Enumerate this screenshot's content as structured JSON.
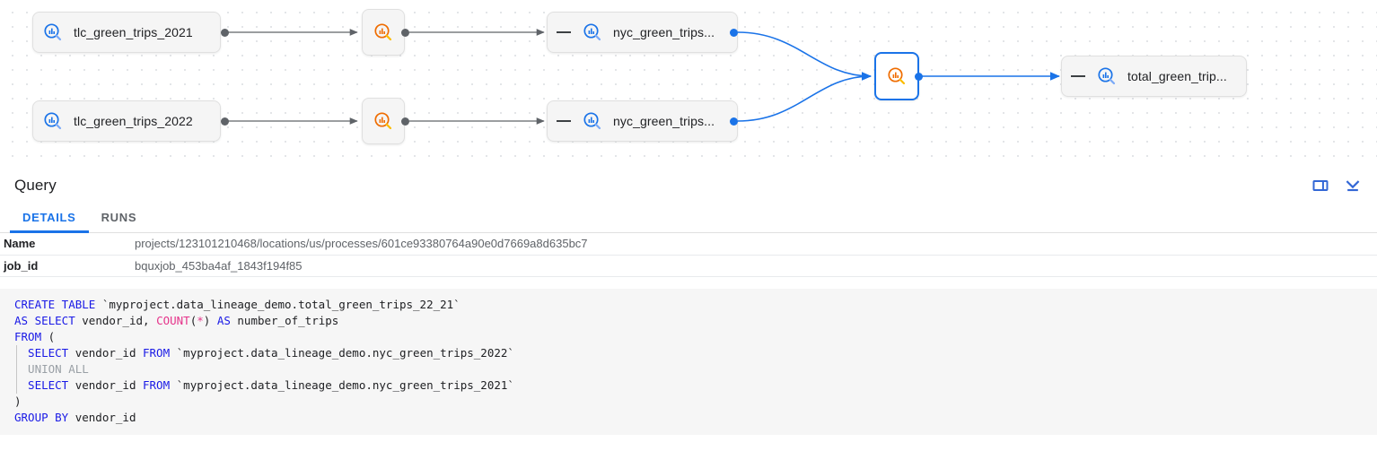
{
  "lineage": {
    "nodes": [
      {
        "id": "tlc-2021",
        "type": "table",
        "label": "tlc_green_trips_2021",
        "icon": "bigquery-table-icon",
        "collapsible": false,
        "selected": false
      },
      {
        "id": "tlc-2022",
        "type": "table",
        "label": "tlc_green_trips_2022",
        "icon": "bigquery-table-icon",
        "collapsible": false,
        "selected": false
      },
      {
        "id": "proc-top",
        "type": "process",
        "label": "",
        "icon": "lineage-process-icon",
        "selected": false
      },
      {
        "id": "proc-bottom",
        "type": "process",
        "label": "",
        "icon": "lineage-process-icon",
        "selected": false
      },
      {
        "id": "nyc-top",
        "type": "table",
        "label": "nyc_green_trips...",
        "icon": "bigquery-table-icon",
        "collapsible": true,
        "selected": false
      },
      {
        "id": "nyc-bottom",
        "type": "table",
        "label": "nyc_green_trips...",
        "icon": "bigquery-table-icon",
        "collapsible": true,
        "selected": false
      },
      {
        "id": "proc-selected",
        "type": "process",
        "label": "",
        "icon": "lineage-process-icon",
        "selected": true
      },
      {
        "id": "total-green",
        "type": "table",
        "label": "total_green_trip...",
        "icon": "bigquery-table-icon",
        "collapsible": true,
        "selected": false
      }
    ],
    "colors": {
      "table_icon": "#1a73e8",
      "process_icon": "#ef6c00",
      "edge_gray": "#5f6368",
      "edge_blue": "#1a73e8",
      "selected_border": "#1a73e8"
    }
  },
  "query_panel": {
    "title": "Query",
    "header_actions": [
      {
        "name": "split-panel-icon",
        "tooltip": "Toggle panel layout"
      },
      {
        "name": "collapse-panel-icon",
        "tooltip": "Collapse panel"
      }
    ],
    "tabs": [
      {
        "id": "details",
        "label": "DETAILS",
        "active": true
      },
      {
        "id": "runs",
        "label": "RUNS",
        "active": false
      }
    ],
    "details_rows": [
      {
        "key": "Name",
        "value": "projects/123101210468/locations/us/processes/601ce93380764a90e0d7669a8d635bc7"
      },
      {
        "key": "job_id",
        "value": "bquxjob_453ba4af_1843f194f85"
      }
    ]
  },
  "sql": {
    "lines": [
      {
        "indent": false,
        "tokens": [
          {
            "t": "CREATE TABLE ",
            "c": "kw"
          },
          {
            "t": "`myproject.data_lineage_demo.total_green_trips_22_21`",
            "c": "plain"
          }
        ]
      },
      {
        "indent": false,
        "tokens": [
          {
            "t": "AS SELECT ",
            "c": "kw"
          },
          {
            "t": "vendor_id, ",
            "c": "plain"
          },
          {
            "t": "COUNT",
            "c": "fn"
          },
          {
            "t": "(",
            "c": "plain"
          },
          {
            "t": "*",
            "c": "star"
          },
          {
            "t": ") ",
            "c": "plain"
          },
          {
            "t": "AS ",
            "c": "kw"
          },
          {
            "t": "number_of_trips",
            "c": "plain"
          }
        ]
      },
      {
        "indent": false,
        "tokens": [
          {
            "t": "FROM",
            "c": "kw"
          },
          {
            "t": " (",
            "c": "plain"
          }
        ]
      },
      {
        "indent": true,
        "tokens": [
          {
            "t": "  SELECT ",
            "c": "kw"
          },
          {
            "t": "vendor_id ",
            "c": "plain"
          },
          {
            "t": "FROM ",
            "c": "kw"
          },
          {
            "t": "`myproject.data_lineage_demo.nyc_green_trips_2022`",
            "c": "plain"
          }
        ]
      },
      {
        "indent": true,
        "tokens": [
          {
            "t": "  UNION ALL",
            "c": "muted"
          }
        ]
      },
      {
        "indent": true,
        "tokens": [
          {
            "t": "  SELECT ",
            "c": "kw"
          },
          {
            "t": "vendor_id ",
            "c": "plain"
          },
          {
            "t": "FROM ",
            "c": "kw"
          },
          {
            "t": "`myproject.data_lineage_demo.nyc_green_trips_2021`",
            "c": "plain"
          }
        ]
      },
      {
        "indent": false,
        "tokens": [
          {
            "t": ")",
            "c": "plain"
          }
        ]
      },
      {
        "indent": false,
        "tokens": [
          {
            "t": "GROUP BY ",
            "c": "kw"
          },
          {
            "t": "vendor_id",
            "c": "plain"
          }
        ]
      }
    ]
  }
}
